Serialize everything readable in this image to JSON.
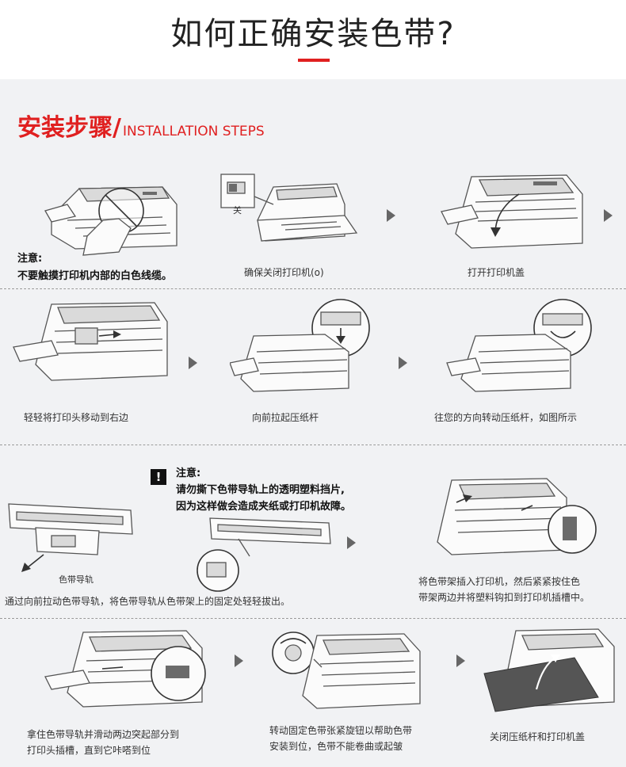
{
  "title": "如何正确安装色带?",
  "section": {
    "title_cn": "安装步骤/",
    "title_en": "INSTALLATION STEPS"
  },
  "row1": {
    "note_title": "注意:",
    "note_text": "不要触摸打印机内部的白色线缆。",
    "step2_caption": "确保关闭打印机(o)",
    "step3_caption": "打开打印机盖",
    "switch_label": "关"
  },
  "row2": {
    "step1_caption": "轻轻将打印头移动到右边",
    "step2_caption": "向前拉起压纸杆",
    "step3_caption": "往您的方向转动压纸杆，如图所示"
  },
  "row3": {
    "warning_title": "注意:",
    "warning_line1": "请勿撕下色带导轨上的透明塑料挡片,",
    "warning_line2": "因为这样做会造成夹纸或打印机故障。",
    "guide_label": "色带导轨",
    "step1_caption": "通过向前拉动色带导轨，将色带导轨从色带架上的固定处轻轻拔出。",
    "step2_caption_line1": "将色带架插入打印机，然后紧紧按住色",
    "step2_caption_line2": "带架两边并将塑料钩扣到打印机插槽中。"
  },
  "row4": {
    "step1_caption_line1": "拿住色带导轨并滑动两边突起部分到",
    "step1_caption_line2": "打印头插槽，直到它咔嗒到位",
    "step2_caption_line1": "转动固定色带张紧旋钮以帮助色带",
    "step2_caption_line2": "安装到位，色带不能卷曲或起皱",
    "step3_caption": "关闭压纸杆和打印机盖"
  },
  "colors": {
    "accent": "#e02020",
    "band": "#f1f2f4",
    "arrow": "#666666"
  }
}
